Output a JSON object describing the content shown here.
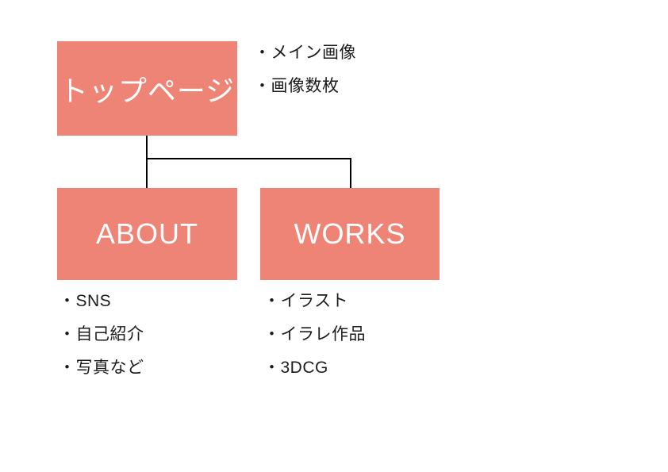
{
  "colors": {
    "box_fill": "#ED8476",
    "box_text": "#FFFFFF",
    "connector": "#000000",
    "note_text": "#1B1B1B",
    "background": "#FFFFFF"
  },
  "diagram": {
    "type": "sitemap-tree",
    "root": {
      "label": "トップページ",
      "notes": [
        "・メイン画像",
        "・画像数枚"
      ]
    },
    "children": [
      {
        "label": "ABOUT",
        "notes": [
          "・SNS",
          "・自己紹介",
          "・写真など"
        ]
      },
      {
        "label": "WORKS",
        "notes": [
          "・イラスト",
          "・イラレ作品",
          "・3DCG"
        ]
      }
    ]
  }
}
